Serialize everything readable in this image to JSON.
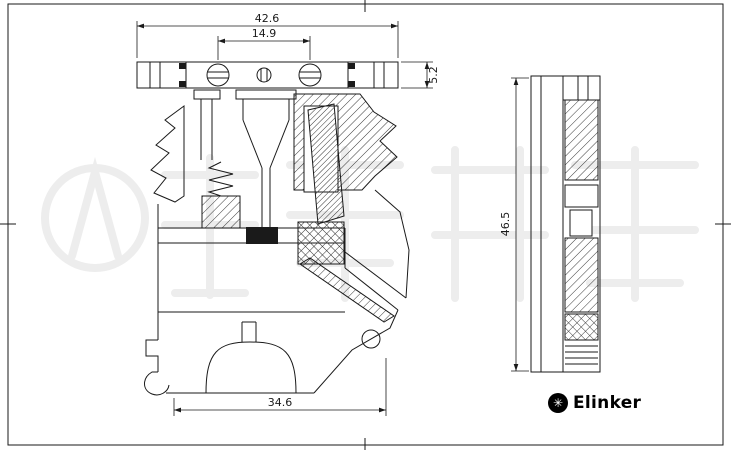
{
  "dimensions": {
    "top_width": "42.6",
    "screw_spacing": "14.9",
    "rail_thickness": "5.2",
    "base_width": "34.6",
    "overall_height": "46.5"
  },
  "brand": {
    "name": "Elinker",
    "logo_glyph": "✳"
  },
  "colors": {
    "line": "#1a1a1a",
    "background": "#ffffff",
    "watermark": "#ededed",
    "logo": "#000000"
  }
}
